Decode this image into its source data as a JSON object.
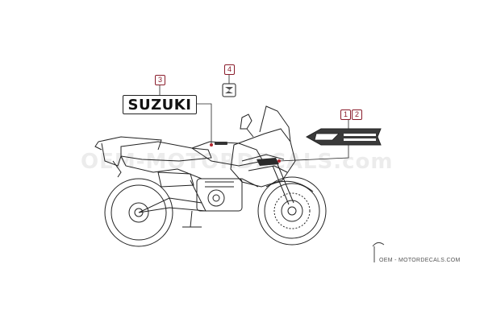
{
  "callouts": {
    "c1": "1",
    "c2": "2",
    "c3": "3",
    "c4": "4"
  },
  "sticker": {
    "text": "SUZUKI"
  },
  "watermark": {
    "text": "OEM-MOTORDECALS.com"
  },
  "footer": {
    "text": "OEM - MOTORDECALS.COM"
  },
  "colors": {
    "callout": "#8a1c2b",
    "line": "#222222",
    "leader_dot": "#b3262e"
  }
}
